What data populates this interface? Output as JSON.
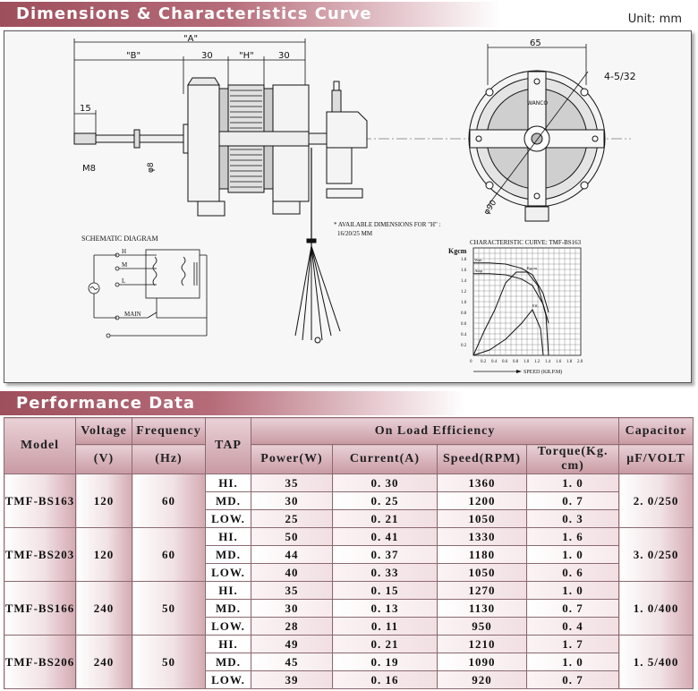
{
  "sections": {
    "dimensions_title": "Dimensions & Characteristics Curve",
    "performance_title": "Performance Data",
    "unit": "Unit: mm"
  },
  "drawing": {
    "dim_A": "\"A\"",
    "dim_B": "\"B\"",
    "dim_H": "\"H\"",
    "dim_30_left": "30",
    "dim_30_right": "30",
    "dim_15": "15",
    "dim_M8": "M8",
    "dim_phi8": "φ8",
    "dim_65": "65",
    "dim_holes": "4-5/32",
    "dim_phi90": "φ90",
    "brand": "WANCO",
    "note_line1": "* AVAILABLE DIMENSIONS FOR \"H\" :",
    "note_line2": "16/20/25 MM",
    "schematic_title": "SCHEMATIC DIAGRAM",
    "schematic_h": "H",
    "schematic_m": "M",
    "schematic_l": "L",
    "schematic_main": "MAIN"
  },
  "chart_data": {
    "type": "line",
    "title": "CHARACTERISTIC CURVE: TMF-BS163",
    "ylabel": "Kgcm",
    "xlabel": "SPEED (KR.P.M)",
    "xlim": [
      0,
      2.0
    ],
    "ylim": [
      0,
      2.0
    ],
    "x_ticks": [
      "0",
      "0.2",
      "0.4",
      "0.6",
      "0.8",
      "1.0",
      "1.2",
      "1.4",
      "1.6",
      "1.8",
      "2.0"
    ],
    "y_ticks": [
      "0.2",
      "0.4",
      "0.6",
      "0.8",
      "1.0",
      "1.2",
      "1.4",
      "1.6",
      "1.8"
    ],
    "series": [
      {
        "name": "Watt",
        "x": [
          0.0,
          0.3,
          0.6,
          0.9,
          1.1,
          1.3,
          1.4
        ],
        "y": [
          1.72,
          1.72,
          1.7,
          1.62,
          1.5,
          1.15,
          0.8
        ]
      },
      {
        "name": "Amp",
        "x": [
          0.0,
          0.3,
          0.6,
          0.9,
          1.1,
          1.3,
          1.4
        ],
        "y": [
          1.52,
          1.52,
          1.5,
          1.42,
          1.3,
          0.95,
          0.6
        ]
      },
      {
        "name": "Kgcm",
        "x": [
          0.0,
          0.2,
          0.4,
          0.6,
          0.8,
          1.0,
          1.2,
          1.35,
          1.4
        ],
        "y": [
          0.0,
          0.45,
          0.85,
          1.35,
          1.55,
          1.55,
          1.3,
          0.75,
          0.0
        ]
      },
      {
        "name": "Eff",
        "x": [
          0.0,
          0.3,
          0.6,
          0.9,
          1.1,
          1.25,
          1.3
        ],
        "y": [
          0.0,
          0.1,
          0.3,
          0.6,
          0.85,
          0.5,
          0.0
        ]
      }
    ],
    "curve_labels": [
      "Watt",
      "Amp",
      "Kgcm",
      "Eff."
    ],
    "grid": true
  },
  "table": {
    "headers": {
      "model": "Model",
      "voltage": "Voltage",
      "voltage_unit": "(V)",
      "frequency": "Frequency",
      "frequency_unit": "(Hz)",
      "tap": "TAP",
      "on_load": "On Load Efficiency",
      "power": "Power(W)",
      "current": "Current(A)",
      "speed": "Speed(RPM)",
      "torque": "Torque(Kg. cm)",
      "capacitor": "Capacitor",
      "capacitor_unit": "μF/VOLT"
    },
    "groups": [
      {
        "model": "TMF-BS163",
        "voltage": "120",
        "frequency": "60",
        "capacitor": "2. 0/250",
        "rows": [
          {
            "tap": "HI.",
            "power": "35",
            "current": "0. 30",
            "speed": "1360",
            "torque": "1. 0"
          },
          {
            "tap": "MD.",
            "power": "30",
            "current": "0. 25",
            "speed": "1200",
            "torque": "0. 7"
          },
          {
            "tap": "LOW.",
            "power": "25",
            "current": "0. 21",
            "speed": "1050",
            "torque": "0. 3"
          }
        ]
      },
      {
        "model": "TMF-BS203",
        "voltage": "120",
        "frequency": "60",
        "capacitor": "3. 0/250",
        "rows": [
          {
            "tap": "HI.",
            "power": "50",
            "current": "0. 41",
            "speed": "1330",
            "torque": "1. 6"
          },
          {
            "tap": "MD.",
            "power": "44",
            "current": "0. 37",
            "speed": "1180",
            "torque": "1. 0"
          },
          {
            "tap": "LOW.",
            "power": "40",
            "current": "0. 33",
            "speed": "1050",
            "torque": "0. 6"
          }
        ]
      },
      {
        "model": "TMF-BS166",
        "voltage": "240",
        "frequency": "50",
        "capacitor": "1. 0/400",
        "rows": [
          {
            "tap": "HI.",
            "power": "35",
            "current": "0. 15",
            "speed": "1270",
            "torque": "1. 0"
          },
          {
            "tap": "MD.",
            "power": "30",
            "current": "0. 13",
            "speed": "1130",
            "torque": "0. 7"
          },
          {
            "tap": "LOW.",
            "power": "28",
            "current": "0. 11",
            "speed": "950",
            "torque": "0. 4"
          }
        ]
      },
      {
        "model": "TMF-BS206",
        "voltage": "240",
        "frequency": "50",
        "capacitor": "1. 5/400",
        "rows": [
          {
            "tap": "HI.",
            "power": "49",
            "current": "0. 21",
            "speed": "1210",
            "torque": "1. 7"
          },
          {
            "tap": "MD.",
            "power": "45",
            "current": "0. 19",
            "speed": "1090",
            "torque": "1. 0"
          },
          {
            "tap": "LOW.",
            "power": "39",
            "current": "0. 16",
            "speed": "920",
            "torque": "0. 7"
          }
        ]
      }
    ]
  }
}
